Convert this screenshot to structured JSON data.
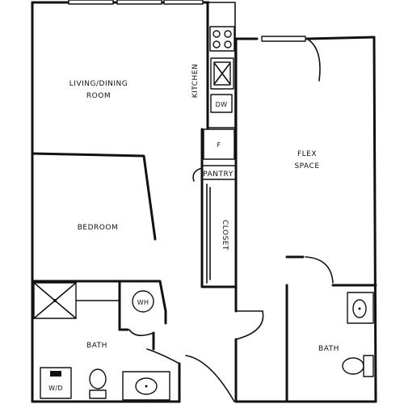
{
  "rooms": {
    "living_dining": [
      "LIVING/DINING",
      "ROOM"
    ],
    "kitchen": "KITCHEN",
    "dishwasher": "DW",
    "fridge": "F",
    "pantry": "PANTRY",
    "flex_space": [
      "FLEX",
      "SPACE"
    ],
    "bedroom": "BEDROOM",
    "closet": "CLOSET",
    "water_heater": "WH",
    "bath_left": "BATH",
    "bath_right": "BATH",
    "washer_dryer": "W/D"
  }
}
